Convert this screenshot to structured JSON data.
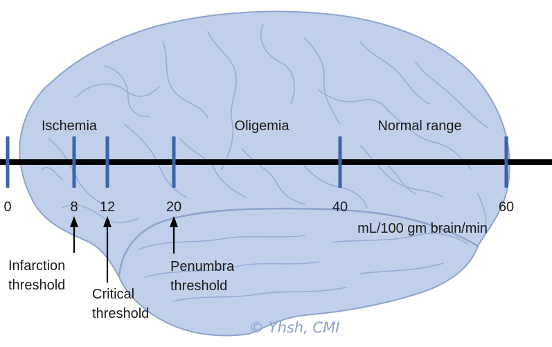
{
  "scale": {
    "ticks": [
      {
        "value": 0,
        "label": "0"
      },
      {
        "value": 8,
        "label": "8"
      },
      {
        "value": 12,
        "label": "12"
      },
      {
        "value": 20,
        "label": "20"
      },
      {
        "value": 40,
        "label": "40"
      },
      {
        "value": 60,
        "label": "60"
      }
    ],
    "unit": "mL/100 gm brain/min"
  },
  "zones": [
    {
      "id": "ischemia",
      "label": "Ischemia"
    },
    {
      "id": "oligemia",
      "label": "Oligemia"
    },
    {
      "id": "normal",
      "label": "Normal range"
    }
  ],
  "thresholds": [
    {
      "id": "infarction",
      "value": 8,
      "line1": "Infarction",
      "line2": "threshold"
    },
    {
      "id": "critical",
      "value": 12,
      "line1": "Critical",
      "line2": "threshold"
    },
    {
      "id": "penumbra",
      "value": 20,
      "line1": "Penumbra",
      "line2": "threshold"
    }
  ],
  "signature": "© Yhsh, CMI",
  "colors": {
    "brain_fill": "#c0d0ea",
    "brain_stroke": "#8da3cf",
    "sulci": "#97acd6",
    "tick": "#3c63a8",
    "axis": "#000000"
  }
}
